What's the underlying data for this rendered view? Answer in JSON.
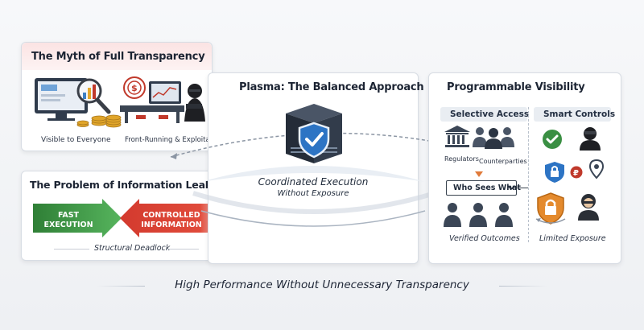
{
  "myth": {
    "title": "The Myth of Full Transparency",
    "left_caption": "Visible to Everyone",
    "right_caption": "Front-Running & Exploitation"
  },
  "leaks": {
    "title": "The Problem of Information Leaks",
    "fast_line1": "FAST",
    "fast_line2": "EXECUTION",
    "controlled_line1": "CONTROLLED",
    "controlled_line2": "INFORMATION",
    "deadlock": "Structural Deadlock",
    "colors": {
      "fast": "#3d9a45",
      "controlled": "#d43a2f"
    }
  },
  "plasma": {
    "title": "Plasma: The Balanced Approach",
    "line1": "Coordinated Execution",
    "line2": "Without Exposure",
    "icon": "server-shield-icon"
  },
  "visibility": {
    "title": "Programmable Visibility",
    "selective_title": "Selective Access",
    "smart_title": "Smart Controls",
    "regulators": "Regulators",
    "counterparties": "Counterparties",
    "who_sees": "Who Sees What",
    "verified": "Verified Outcomes",
    "limited": "Limited Exposure"
  },
  "footer": "High Performance Without Unnecessary Transparency"
}
